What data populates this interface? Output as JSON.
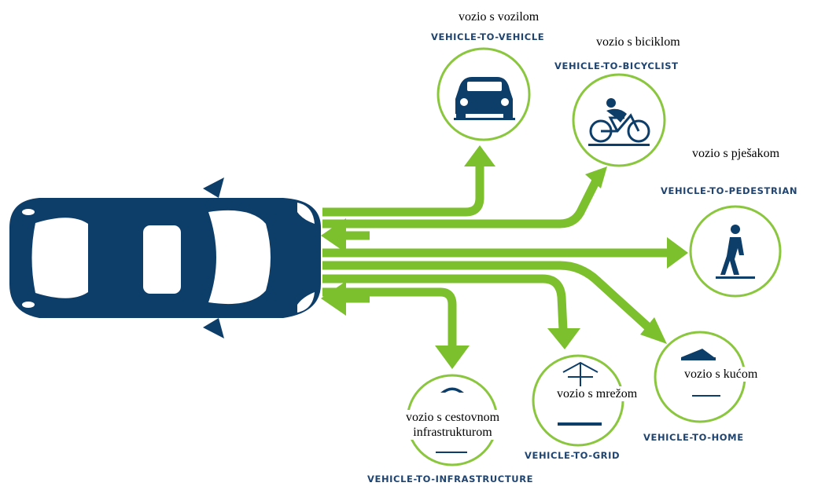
{
  "colors": {
    "vehicle": "#0d3d69",
    "arrows": "#7dc02e",
    "circle_border": "#8bc63f",
    "icons": "#0d3d69",
    "label_en": "#1f4470"
  },
  "central_vehicle": {
    "icon": "car-top-view-icon"
  },
  "nodes": [
    {
      "id": "v2v",
      "label_en": "VEHICLE-TO-VEHICLE",
      "label_hr": "vozio s vozilom",
      "icon": "car-front-icon"
    },
    {
      "id": "v2b",
      "label_en": "VEHICLE-TO-BICYCLIST",
      "label_hr": "vozio s biciklom",
      "icon": "bicyclist-icon"
    },
    {
      "id": "v2p",
      "label_en": "VEHICLE-TO-PEDESTRIAN",
      "label_hr": "vozio s pješakom",
      "icon": "pedestrian-icon"
    },
    {
      "id": "v2h",
      "label_en": "VEHICLE-TO-HOME",
      "label_hr": "vozio s kućom",
      "icon": "house-icon"
    },
    {
      "id": "v2g",
      "label_en": "VEHICLE-TO-GRID",
      "label_hr": "vozio s mrežom",
      "icon": "power-grid-icon"
    },
    {
      "id": "v2i",
      "label_en": "VEHICLE-TO-INFRASTRUCTURE",
      "label_hr": "vozio s cestovnom infrastrukturom",
      "icon": "road-infrastructure-icon"
    }
  ]
}
